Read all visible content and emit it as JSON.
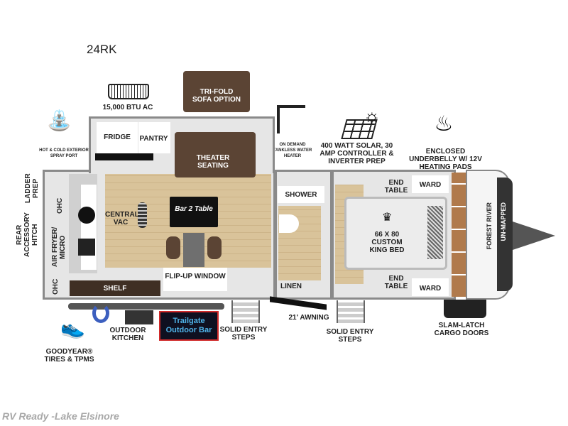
{
  "title": "24RK",
  "features": {
    "ac": "15,000 BTU AC",
    "sofa_option": "TRI-FOLD SOFA OPTION",
    "spray_port": "HOT & COLD EXTERIOR SPRAY PORT",
    "water_heater": "ON DEMAND TANKLESS WATER HEATER",
    "solar": "400 WATT SOLAR, 30 AMP CONTROLLER & INVERTER PREP",
    "underbelly": "ENCLOSED UNDERBELLY W/ 12V HEATING PADS",
    "ladder": "LADDER PREP",
    "hitch": "REAR ACCESSORY HITCH",
    "tires": "GOODYEAR® TIRES & TPMS",
    "outdoor_kitchen": "OUTDOOR KITCHEN",
    "trailgate_logo": "Trailgate Outdoor Bar",
    "entry_steps": "SOLID ENTRY STEPS",
    "awning": "21' AWNING",
    "cargo": "SLAM-LATCH CARGO DOORS"
  },
  "rooms": {
    "fridge": "FRIDGE",
    "pantry": "PANTRY",
    "theater": "THEATER SEATING",
    "ohc": "OHC",
    "air_fryer": "AIR FRYER/ MICRO",
    "central_vac": "CENTRAL VAC",
    "bar2table": "Bar 2 Table",
    "shelf": "SHELF",
    "flip_window": "FLIP-UP WINDOW",
    "shower": "SHOWER",
    "linen": "LINEN",
    "bed": "66 X 80 CUSTOM KING BED",
    "end_table": "END TABLE",
    "ward": "WARD"
  },
  "brand": {
    "forest_river": "FOREST RIVER",
    "unmapped": "UN-MAPPED"
  },
  "footer": "RV Ready -Lake Elsinore",
  "colors": {
    "brown": "#5b4434",
    "wood": "#d9c39a",
    "wall": "#8a8a8a"
  }
}
